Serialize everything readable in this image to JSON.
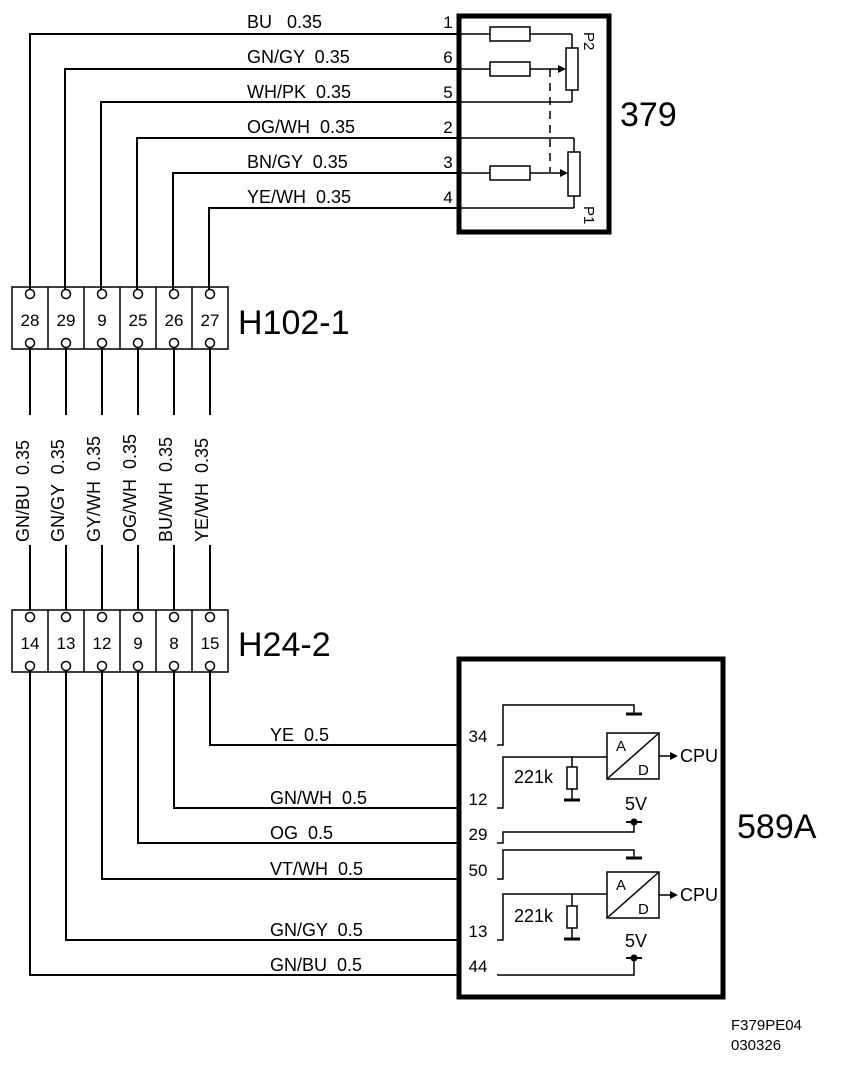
{
  "components": {
    "comp379": {
      "label": "379"
    },
    "comp589a": {
      "label": "589A"
    },
    "h102": {
      "label": "H102-1",
      "pins": [
        "28",
        "29",
        "9",
        "25",
        "26",
        "27"
      ]
    },
    "h24": {
      "label": "H24-2",
      "pins": [
        "14",
        "13",
        "12",
        "9",
        "8",
        "15"
      ]
    }
  },
  "top_wires": [
    {
      "label": "BU   0.35",
      "pin": "1"
    },
    {
      "label": "GN/GY  0.35",
      "pin": "6"
    },
    {
      "label": "WH/PK  0.35",
      "pin": "5"
    },
    {
      "label": "OG/WH  0.35",
      "pin": "2"
    },
    {
      "label": "BN/GY  0.35",
      "pin": "3"
    },
    {
      "label": "YE/WH  0.35",
      "pin": "4"
    }
  ],
  "mid_wires": [
    "GN/BU  0.35",
    "GN/GY  0.35",
    "GY/WH  0.35",
    "OG/WH  0.35",
    "BU/WH  0.35",
    "YE/WH  0.35"
  ],
  "bottom_wires": [
    {
      "label": "YE  0.5",
      "pin": "34"
    },
    {
      "label": "GN/WH  0.5",
      "pin": "12"
    },
    {
      "label": "OG  0.5",
      "pin": "29"
    },
    {
      "label": "VT/WH  0.5",
      "pin": "50"
    },
    {
      "label": "GN/GY  0.5",
      "pin": "13"
    },
    {
      "label": "GN/BU  0.5",
      "pin": "44"
    }
  ],
  "pots": {
    "p1": "P1",
    "p2": "P2"
  },
  "internals": {
    "resistor": "221k",
    "voltage": "5V",
    "cpu": "CPU",
    "adc_a": "A",
    "adc_d": "D"
  },
  "reference": {
    "code": "F379PE04",
    "date": "030326"
  }
}
